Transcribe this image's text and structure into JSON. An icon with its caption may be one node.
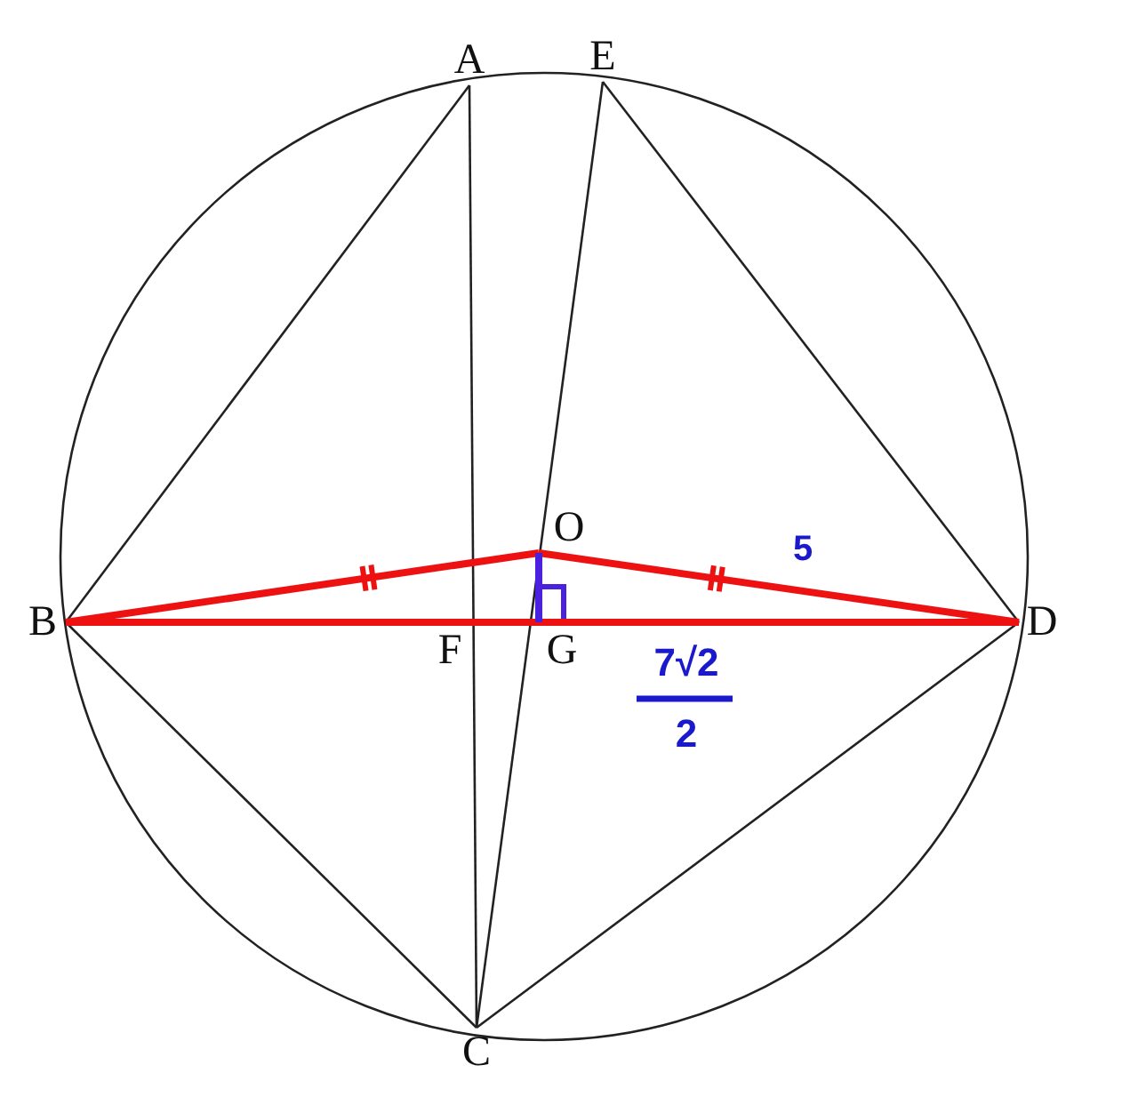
{
  "diagram": {
    "nodes": [
      {
        "text": [
          "A"
        ]
      },
      {
        "text": [
          "E"
        ]
      },
      {
        "text": [
          "B"
        ]
      },
      {
        "text": [
          "D"
        ]
      },
      {
        "text": [
          "C"
        ]
      },
      {
        "text": [
          "O"
        ]
      },
      {
        "text": [
          "F"
        ]
      },
      {
        "text": [
          "G"
        ]
      }
    ],
    "edges": [
      {
        "from": 0,
        "to": 2,
        "arrow": "none"
      },
      {
        "from": 0,
        "to": 4,
        "arrow": "none"
      },
      {
        "from": 1,
        "to": 3,
        "arrow": "none"
      },
      {
        "from": 1,
        "to": 4,
        "arrow": "none"
      },
      {
        "from": 2,
        "to": 4,
        "arrow": "none"
      },
      {
        "from": 4,
        "to": 3,
        "arrow": "none"
      },
      {
        "from": 2,
        "to": 3,
        "arrow": "none",
        "style": "thick",
        "color": "#ee1111"
      },
      {
        "from": 2,
        "to": 5,
        "arrow": "none",
        "style": "thick",
        "color": "#ee1111"
      },
      {
        "from": 5,
        "to": 3,
        "arrow": "none",
        "style": "thick",
        "color": "#ee1111",
        "label": "5"
      },
      {
        "from": 5,
        "to": 7,
        "arrow": "none",
        "style": "thick",
        "color": "#4a22dd"
      }
    ],
    "labels": [
      "7√2",
      "2"
    ]
  }
}
